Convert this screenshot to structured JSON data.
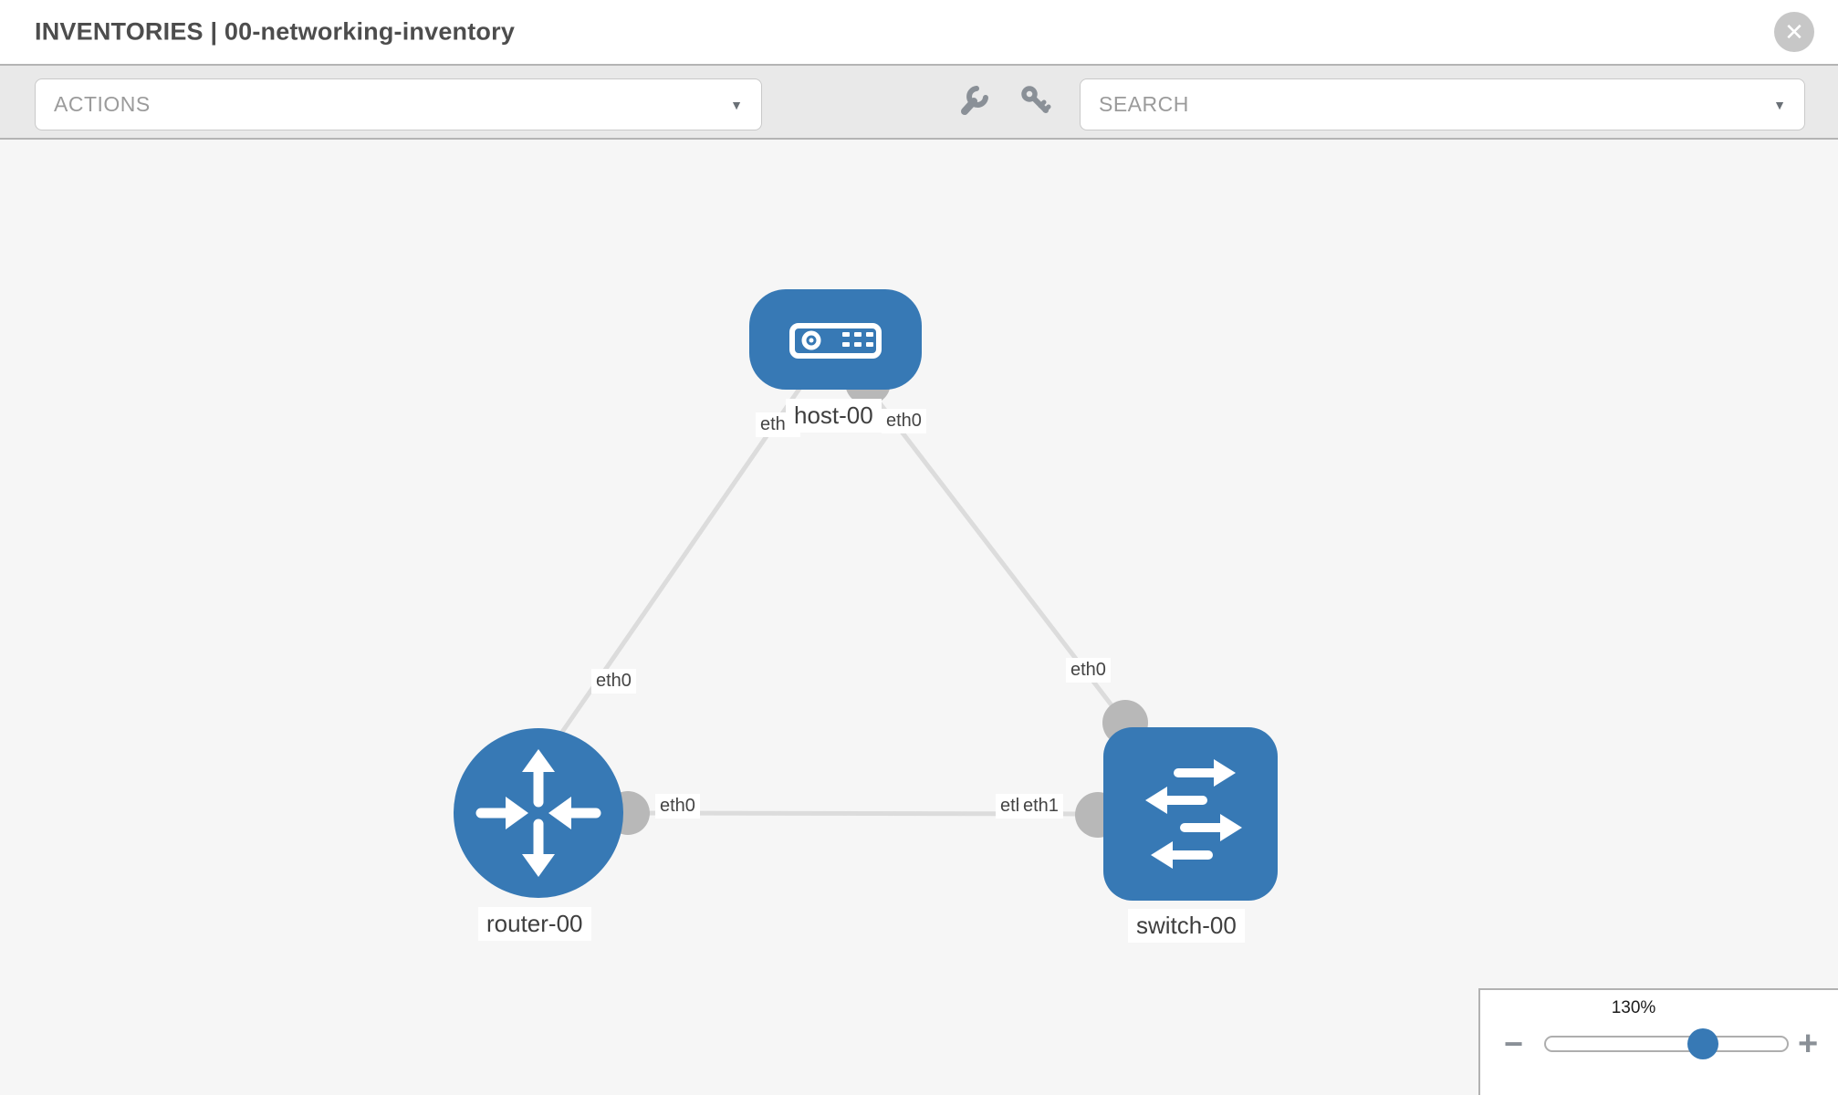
{
  "window": {
    "title": "INVENTORIES | 00-networking-inventory",
    "close_glyph": "✕"
  },
  "toolbar": {
    "actions_dropdown": {
      "label": "ACTIONS"
    },
    "search_dropdown": {
      "placeholder": "SEARCH"
    },
    "caret_glyph": "▼"
  },
  "canvas": {
    "nodes": [
      {
        "id": "host-00",
        "type": "host",
        "label": "host-00"
      },
      {
        "id": "router-00",
        "type": "router",
        "label": "router-00"
      },
      {
        "id": "switch-00",
        "type": "switch",
        "label": "switch-00"
      }
    ],
    "links": [
      {
        "source": "host-00",
        "target": "router-00",
        "source_interface": "eth0",
        "target_interface": "eth0"
      },
      {
        "source": "host-00",
        "target": "switch-00",
        "source_interface": "eth0",
        "target_interface": "eth0"
      },
      {
        "source": "router-00",
        "target": "switch-00",
        "source_interface": "eth0",
        "target_interface": "eth1"
      }
    ],
    "interface_labels": {
      "host_to_router_at_host": "eth0",
      "host_to_router_at_router": "eth0",
      "host_to_switch_at_host": "eth0",
      "host_to_switch_at_switch": "eth0",
      "router_to_switch_at_router": "eth0",
      "router_to_switch_at_switch_under": "eth1",
      "router_to_switch_at_switch": "eth1"
    }
  },
  "zoom_control": {
    "level": "130%",
    "zoom_out_glyph": "−",
    "zoom_in_glyph": "+"
  },
  "colors": {
    "node_blue": "#3779b5",
    "port_gray": "#b8b8b8",
    "link_gray": "#dcdcdc",
    "icon_gray": "#8a9097"
  }
}
